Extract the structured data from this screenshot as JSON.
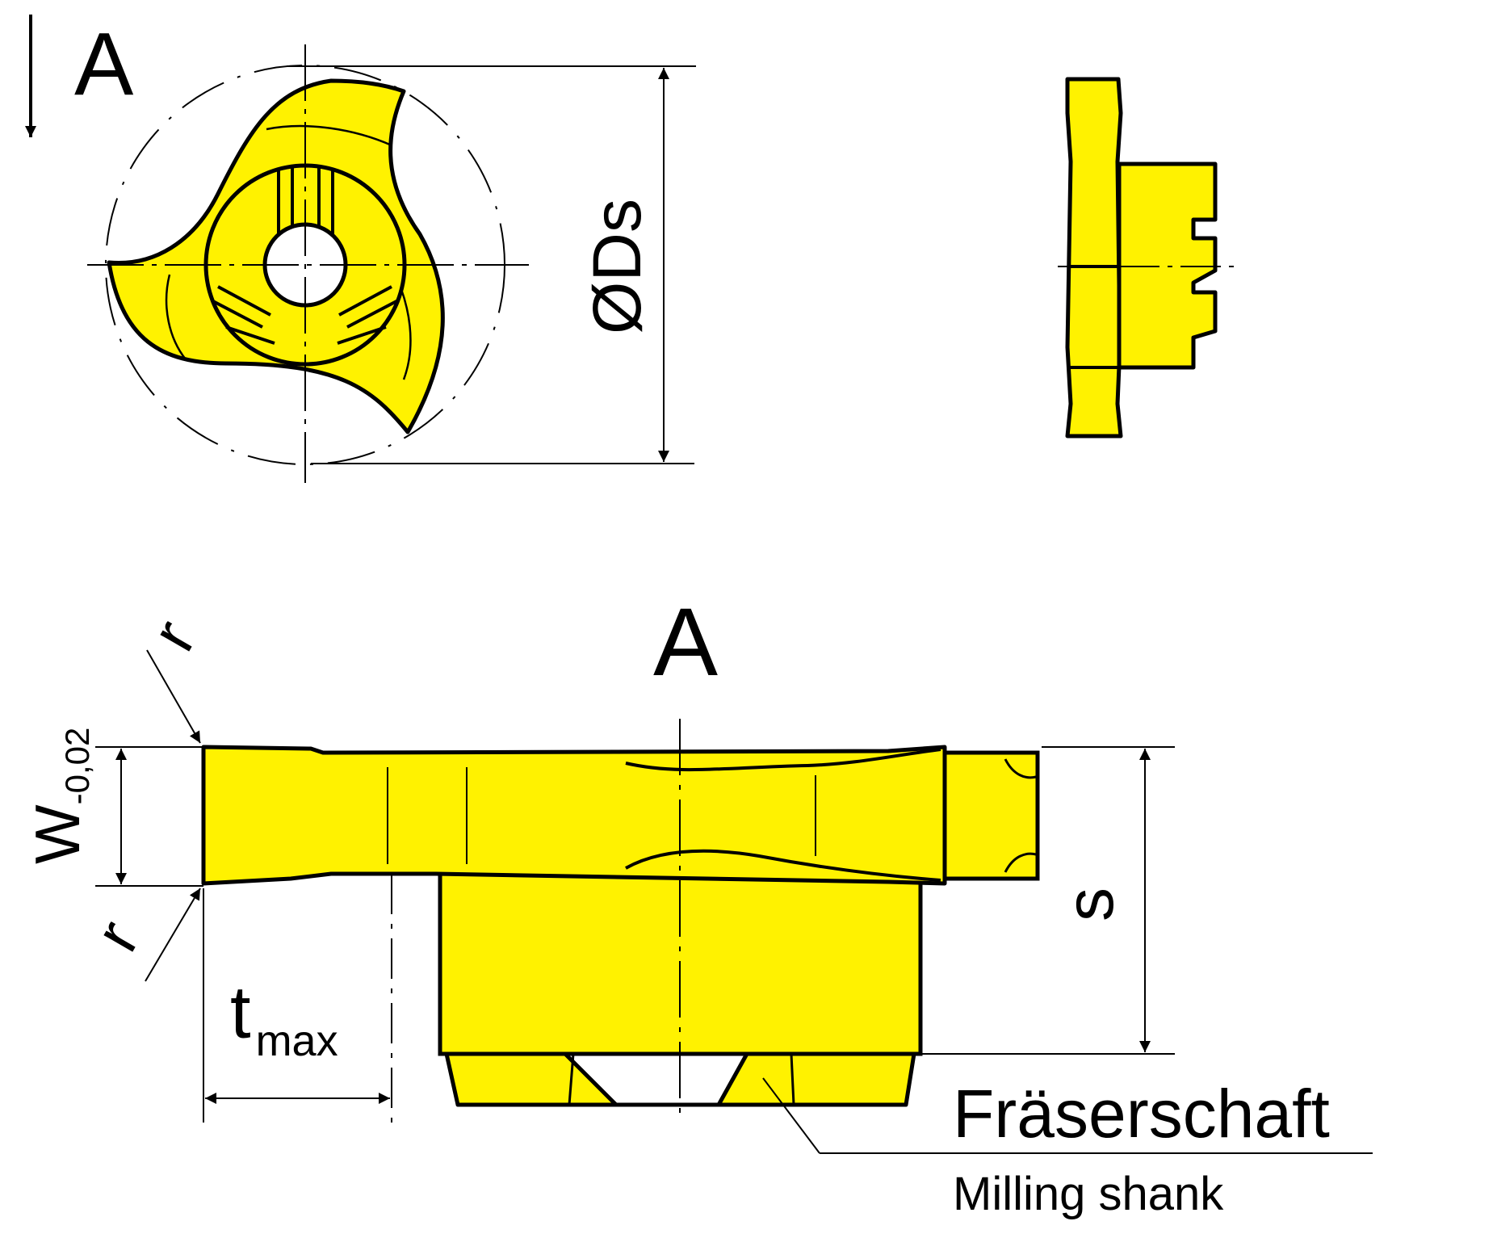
{
  "labels": {
    "section_arrow_label": "A",
    "view_label": "A",
    "diameter": "ØDs",
    "width_main": "W",
    "width_tol": "-0,02",
    "radius_top": "r",
    "radius_bottom": "r",
    "depth_main": "t",
    "depth_sub": "max",
    "shank_length": "s",
    "callout_de": "Fräserschaft",
    "callout_en": "Milling shank"
  },
  "colors": {
    "insert_fill": "#FFF200",
    "line": "#000000",
    "background": "#FFFFFF"
  }
}
